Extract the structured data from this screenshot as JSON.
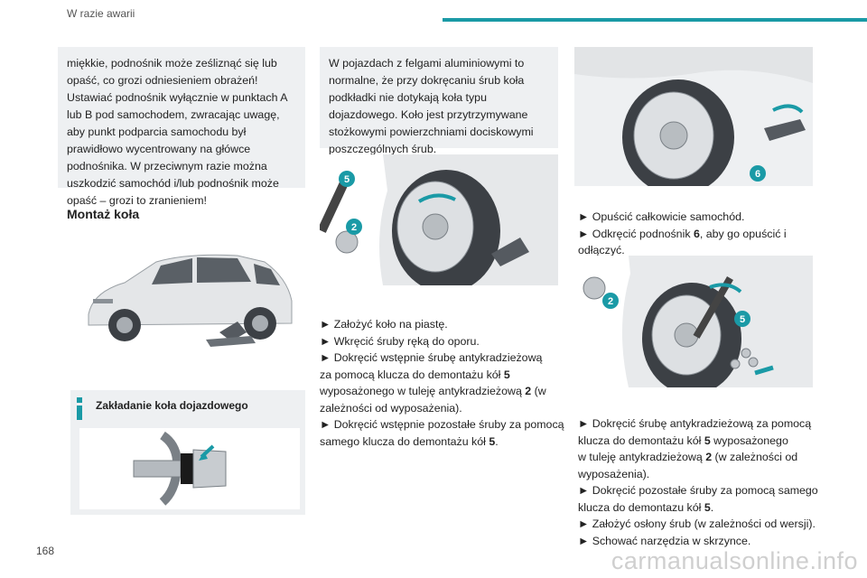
{
  "header": {
    "section_title": "W razie awarii"
  },
  "footer": {
    "page_number": "168",
    "watermark": "carmanualsonline.info"
  },
  "warning": {
    "text": "miękkie, podnośnik może ześliznąć się lub opaść, co grozi odniesieniem obrażeń! Ustawiać podnośnik wyłącznie w punktach A lub B pod samochodem, zwracając uwagę, aby punkt podparcia samochodu był prawidłowo wycentrowany na główce podnośnika. W przeciwnym razie można uszkodzić samochód i/lub podnośnik może opaść – grozi to zranieniem!"
  },
  "section": {
    "title": "Montaż koła"
  },
  "info": {
    "title": "Zakładanie koła dojazdowego"
  },
  "note": {
    "text": "W pojazdach z felgami aluminiowymi to normalne, że przy dokręcaniu śrub koła podkładki nie dotykają koła typu dojazdowego. Koło jest przytrzymywane stożkowymi powierzchniami dociskowymi poszczególnych śrub."
  },
  "callouts": {
    "c2": "2",
    "c5": "5",
    "c6": "6"
  },
  "col2_steps": {
    "l1": "► Założyć koło na piastę.",
    "l2": "► Wkręcić śruby ręką do oporu.",
    "l3": "► Dokręcić wstępnie śrubę antykradzieżową",
    "l4a": "za pomocą klucza do demontażu kół ",
    "l4b": "5",
    "l5a": "wyposażonego w tuleję antykradzieżową ",
    "l5b": "2",
    "l5c": " (w",
    "l6": "zależności od wyposażenia).",
    "l7": "► Dokręcić wstępnie pozostałe śruby za pomocą",
    "l8a": "samego klucza do demontażu kół ",
    "l8b": "5",
    "l8c": "."
  },
  "col3_steps_a": {
    "l1": "► Opuścić całkowicie samochód.",
    "l2a": "► Odkręcić podnośnik ",
    "l2b": "6",
    "l2c": ", aby go opuścić i",
    "l3": "odłączyć."
  },
  "col3_steps_b": {
    "l1": "► Dokręcić śrubę antykradzieżową za pomocą",
    "l2a": "klucza do demontażu kół ",
    "l2b": "5",
    "l2c": " wyposażonego",
    "l3a": "w tuleję antykradzieżową ",
    "l3b": "2",
    "l3c": " (w zależności od",
    "l4": "wyposażenia).",
    "l5": "► Dokręcić pozostałe śruby za pomocą samego",
    "l6a": "klucza do demontazu kół ",
    "l6b": "5",
    "l6c": ".",
    "l7": "► Założyć osłony śrub (w zależności od wersji).",
    "l8": "► Schować narzędzia w skrzynce."
  },
  "colors": {
    "accent": "#1a9aa6",
    "box_bg": "#eef0f2"
  }
}
